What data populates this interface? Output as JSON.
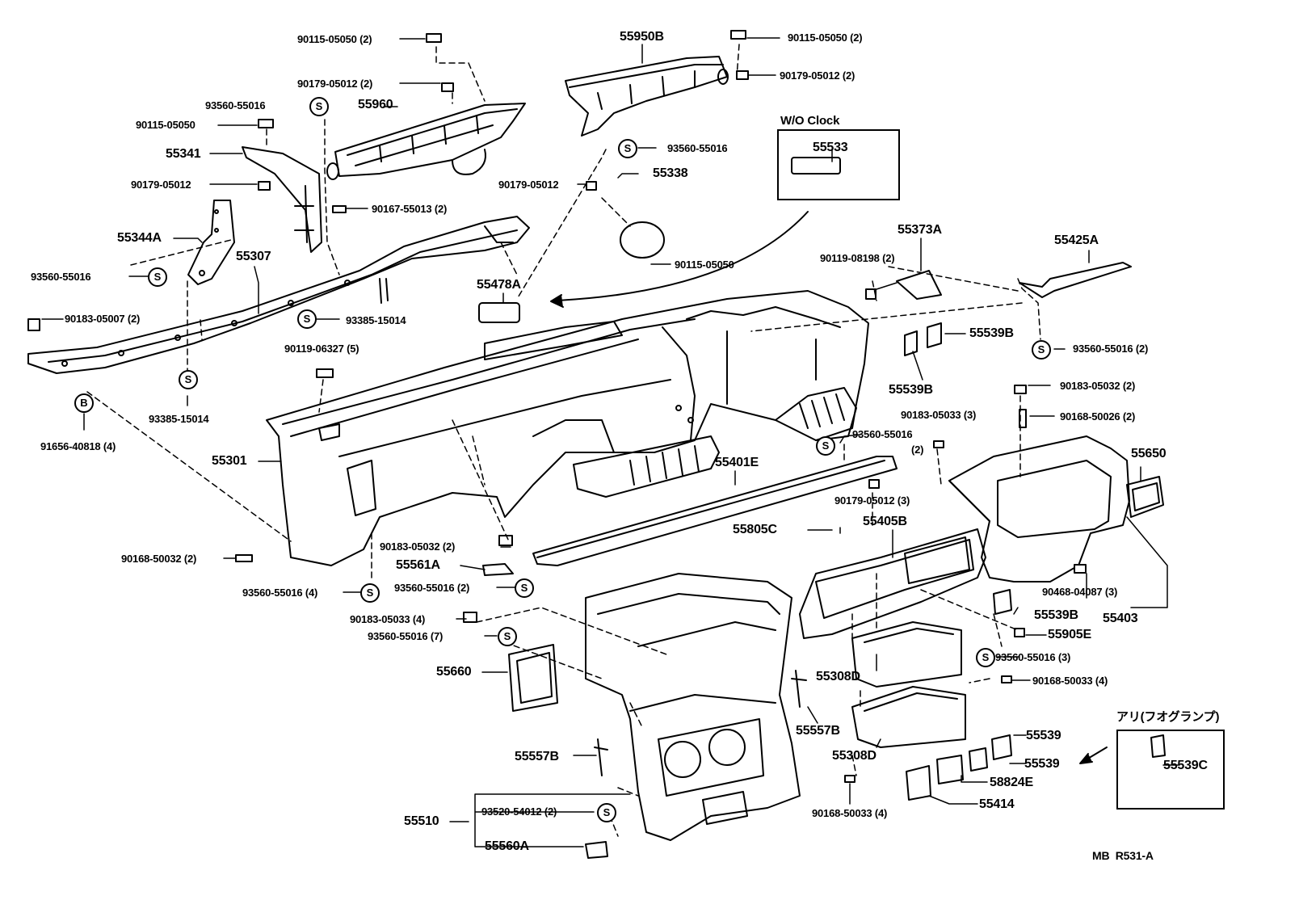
{
  "sheet_code": "MB  R531-A",
  "variant_boxes": {
    "wo_clock": {
      "title": "W/O Clock",
      "part": "55533"
    },
    "fog_lamp": {
      "title": "アリ(フオグランプ)",
      "part": "55539C"
    }
  },
  "symbols": {
    "s": "S",
    "b": "B"
  },
  "labels": {
    "l01": "90115-05050 (2)",
    "l02": "90179-05012 (2)",
    "l03": "93560-55016",
    "l04": "55960",
    "l05": "90115-05050",
    "l06": "55341",
    "l07": "90179-05012",
    "l08": "90167-55013 (2)",
    "l09": "55344A",
    "l10": "55307",
    "l11": "93560-55016",
    "l12": "90183-05007 (2)",
    "l13": "93385-15014",
    "l14": "90119-06327 (5)",
    "l15": "93385-15014",
    "l16": "91656-40818 (4)",
    "l17": "55301",
    "l18": "90168-50032 (2)",
    "l19": "93560-55016 (4)",
    "l20": "55950B",
    "l21": "90115-05050 (2)",
    "l22": "90179-05012 (2)",
    "l23": "93560-55016",
    "l24": "90179-05012",
    "l25": "55338",
    "l26": "90115-05050",
    "l27": "55478A",
    "l28": "90119-08198 (2)",
    "l29": "55373A",
    "l30": "55425A",
    "l31": "55539B",
    "l32": "55539B",
    "l33": "93560-55016 (2)",
    "l34": "90183-05032 (2)",
    "l35": "90183-05033 (3)",
    "l36": "(2)",
    "l37": "90168-50026 (2)",
    "l38": "93560-55016",
    "l39": "55650",
    "l40": "55401E",
    "l41": "90179-05012 (3)",
    "l42": "55805C",
    "l43": "55405B",
    "l44": "90183-05032 (2)",
    "l45": "55561A",
    "l46": "93560-55016 (2)",
    "l47": "90468-04087 (3)",
    "l48": "55539B",
    "l49": "55403",
    "l50": "55905E",
    "l51": "90183-05033 (4)",
    "l52": "93560-55016 (7)",
    "l53": "93560-55016 (3)",
    "l54": "55660",
    "l55": "55308D",
    "l56": "90168-50033 (4)",
    "l57": "55557B",
    "l58": "55308D",
    "l59": "55539",
    "l60": "55539",
    "l61": "58824E",
    "l62": "55557B",
    "l63": "55414",
    "l64": "90168-50033 (4)",
    "l65": "55510",
    "l66": "93520-54012 (2)",
    "l67": "55560A"
  }
}
